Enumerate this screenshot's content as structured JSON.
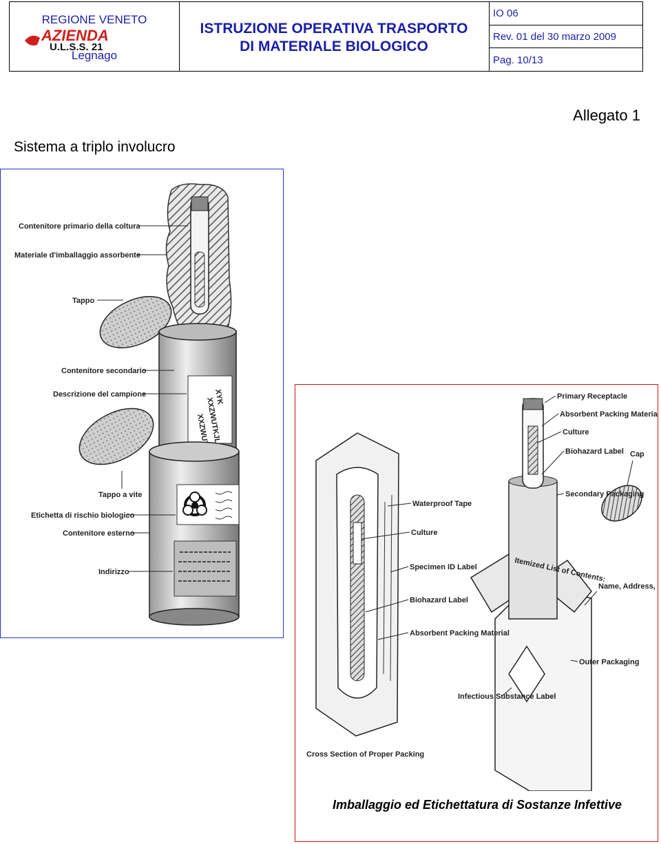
{
  "header": {
    "region": "REGIONE VENETO",
    "logo_text": "AZIENDA U.L.S.S. 21",
    "city": "Legnago",
    "title_line1": "ISTRUZIONE OPERATIVA  TRASPORTO",
    "title_line2": "DI MATERIALE BIOLOGICO",
    "doc_code": "IO 06",
    "revision": "Rev. 01 del  30 marzo 2009",
    "page": "Pag. 10/13"
  },
  "allegato": "Allegato 1",
  "section_title": "Sistema a triplo involucro",
  "figure1": {
    "labels": {
      "primary": "Contenitore primario della coltura",
      "absorbent": "Materiale d'imballaggio assorbente",
      "cap": "Tappo",
      "secondary": "Contenitore secondario",
      "description": "Descrizione del campione",
      "screw_cap": "Tappo a vite",
      "biohazard": "Etichetta di rischio biologico",
      "outer": "Contenitore esterno",
      "address": "Indirizzo"
    },
    "specimen_lines": [
      "XYK",
      "XXZWUTKJL",
      "XXZWUTKJL"
    ]
  },
  "figure2": {
    "labels": {
      "primary_receptacle": "Primary Receptacle",
      "absorbent_packing": "Absorbent Packing Material",
      "culture": "Culture",
      "biohazard_label": "Biohazard Label",
      "cap": "Cap",
      "secondary_packaging": "Secondary Packaging",
      "waterproof_tape": "Waterproof Tape",
      "culture2": "Culture",
      "specimen_id": "Specimen ID Label",
      "biohazard_label2": "Biohazard Label",
      "absorbent_packing2": "Absorbent Packing Material",
      "itemized_list": "Itemized List of Contents:",
      "shipper": "Name, Address, & Telephone Number of Shipper",
      "outer_packaging": "Outer Packaging",
      "infectious_label": "Infectious Substance Label",
      "cross_section": "Cross Section of Proper Packing"
    },
    "caption": "Imballaggio ed Etichettatura di Sostanze Infettive"
  }
}
